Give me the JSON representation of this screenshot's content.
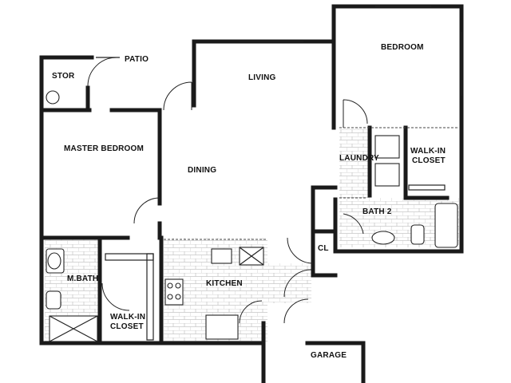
{
  "rooms": {
    "patio": "PATIO",
    "stor": "STOR",
    "master_bedroom": "MASTER BEDROOM",
    "living": "LIVING",
    "dining": "DINING",
    "bedroom": "BEDROOM",
    "laundry": "LAUNDRY",
    "walkin_closet_2_line1": "WALK-IN",
    "walkin_closet_2_line2": "CLOSET",
    "bath_2": "BATH 2",
    "cl": "CL",
    "m_bath": "M.BATH",
    "kitchen": "KITCHEN",
    "walkin_closet_1_line1": "WALK-IN",
    "walkin_closet_1_line2": "CLOSET",
    "garage": "GARAGE"
  }
}
